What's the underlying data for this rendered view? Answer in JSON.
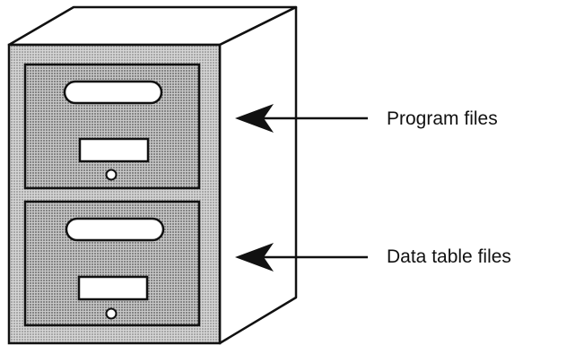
{
  "labels": {
    "program_files": "Program files",
    "data_table_files": "Data table files"
  },
  "drawers": [
    {
      "id": "top",
      "points_to": "program_files"
    },
    {
      "id": "bottom",
      "points_to": "data_table_files"
    }
  ],
  "colors": {
    "line": "#111111",
    "front_fill": "#c4c4c4",
    "drawer_fill": "#b5b5b5",
    "panel_fill": "#ffffff",
    "arrow": "#111111"
  }
}
